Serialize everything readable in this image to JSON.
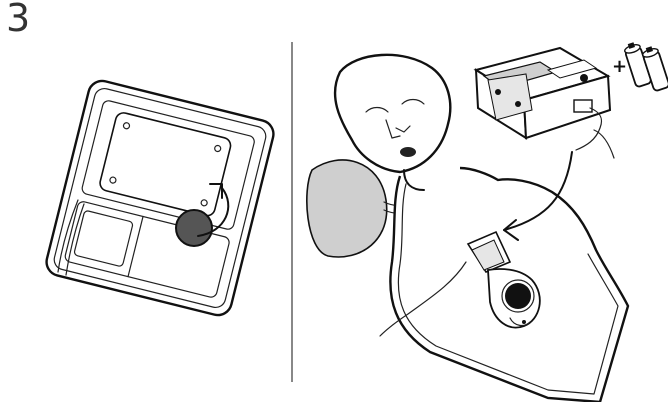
{
  "step": {
    "number": "3"
  },
  "battery_label": {
    "plus": "+"
  },
  "colors": {
    "ink": "#111111",
    "gray_fill": "#cfcfcf",
    "light_gray": "#e6e6e6",
    "divider": "#888888",
    "knob": "#555555"
  },
  "icons": {
    "left_panel": "battery-compartment-drawing",
    "right_panel": "cpr-manikin-drawing",
    "arrow": "curved-arrow",
    "batteries": "aa-batteries"
  }
}
